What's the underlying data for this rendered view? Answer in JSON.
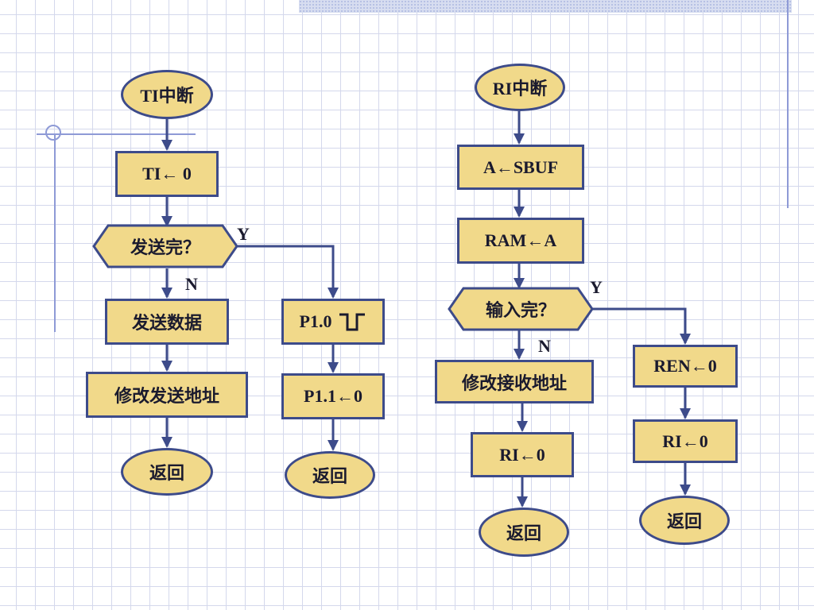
{
  "left_flow": {
    "start": "TI中断",
    "clear_ti": "TI← 0",
    "decision": "发送完？",
    "yes_label": "Y",
    "no_label": "N",
    "send_data": "发送数据",
    "modify_addr": "修改发送地址",
    "return": "返回"
  },
  "pulse_flow": {
    "p10": "P1.0",
    "p11": "P1.1←0",
    "return": "返回"
  },
  "right_flow": {
    "start": "RI中断",
    "a_sbuf": "A←SBUF",
    "ram_a": "RAM←A",
    "decision": "输入完？",
    "yes_label": "Y",
    "no_label": "N",
    "modify_addr": "修改接收地址",
    "clear_ri": "RI←0",
    "return": "返回"
  },
  "end_flow": {
    "ren": "REN←0",
    "clear_ri": "RI←0",
    "return": "返回"
  },
  "colors": {
    "box_fill": "#f1d98a",
    "box_border": "#3d4b8a",
    "arrow": "#3d4b8a",
    "grid": "#d4d8ec"
  }
}
